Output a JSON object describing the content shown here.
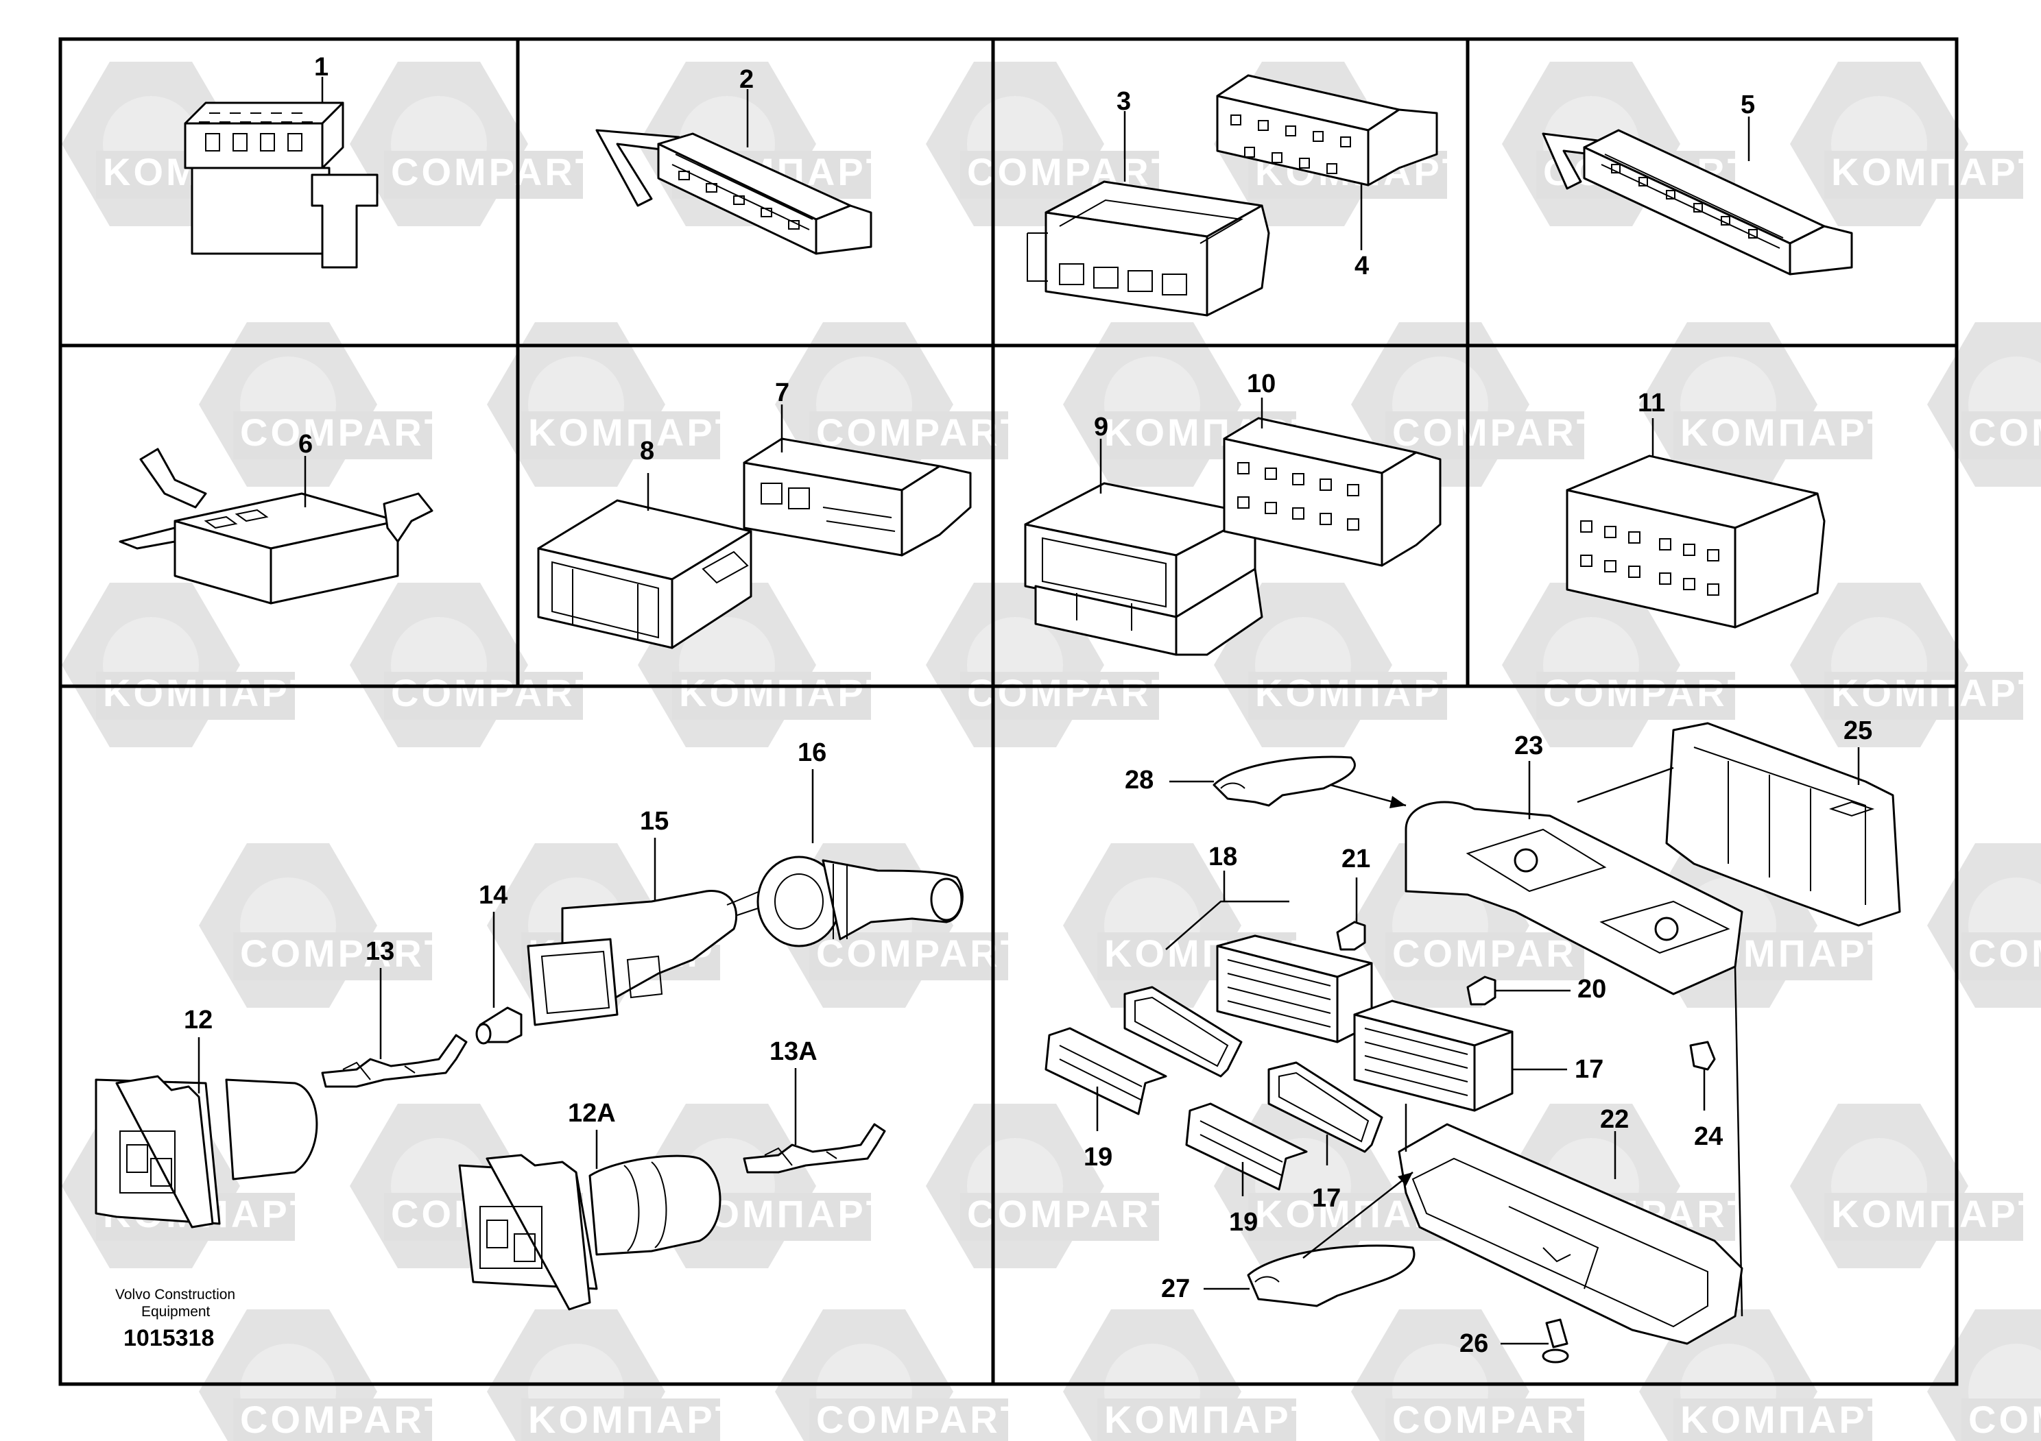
{
  "watermark": {
    "texts": [
      "KOMПAPT",
      "COMPART"
    ],
    "color": "#e0e0e0"
  },
  "caption": {
    "line1": "Volvo Construction",
    "line2": "Equipment"
  },
  "document_number": "1015318",
  "labels": {
    "p1": "1",
    "p2": "2",
    "p3": "3",
    "p4": "4",
    "p5": "5",
    "p6": "6",
    "p7": "7",
    "p8": "8",
    "p9": "9",
    "p10": "10",
    "p11": "11",
    "p12": "12",
    "p12a": "12A",
    "p13": "13",
    "p13a": "13A",
    "p14": "14",
    "p15": "15",
    "p16": "16",
    "p17a": "17",
    "p17b": "17",
    "p18": "18",
    "p19a": "19",
    "p19b": "19",
    "p20": "20",
    "p21": "21",
    "p22": "22",
    "p23": "23",
    "p24": "24",
    "p25": "25",
    "p26": "26",
    "p27": "27",
    "p28": "28"
  }
}
